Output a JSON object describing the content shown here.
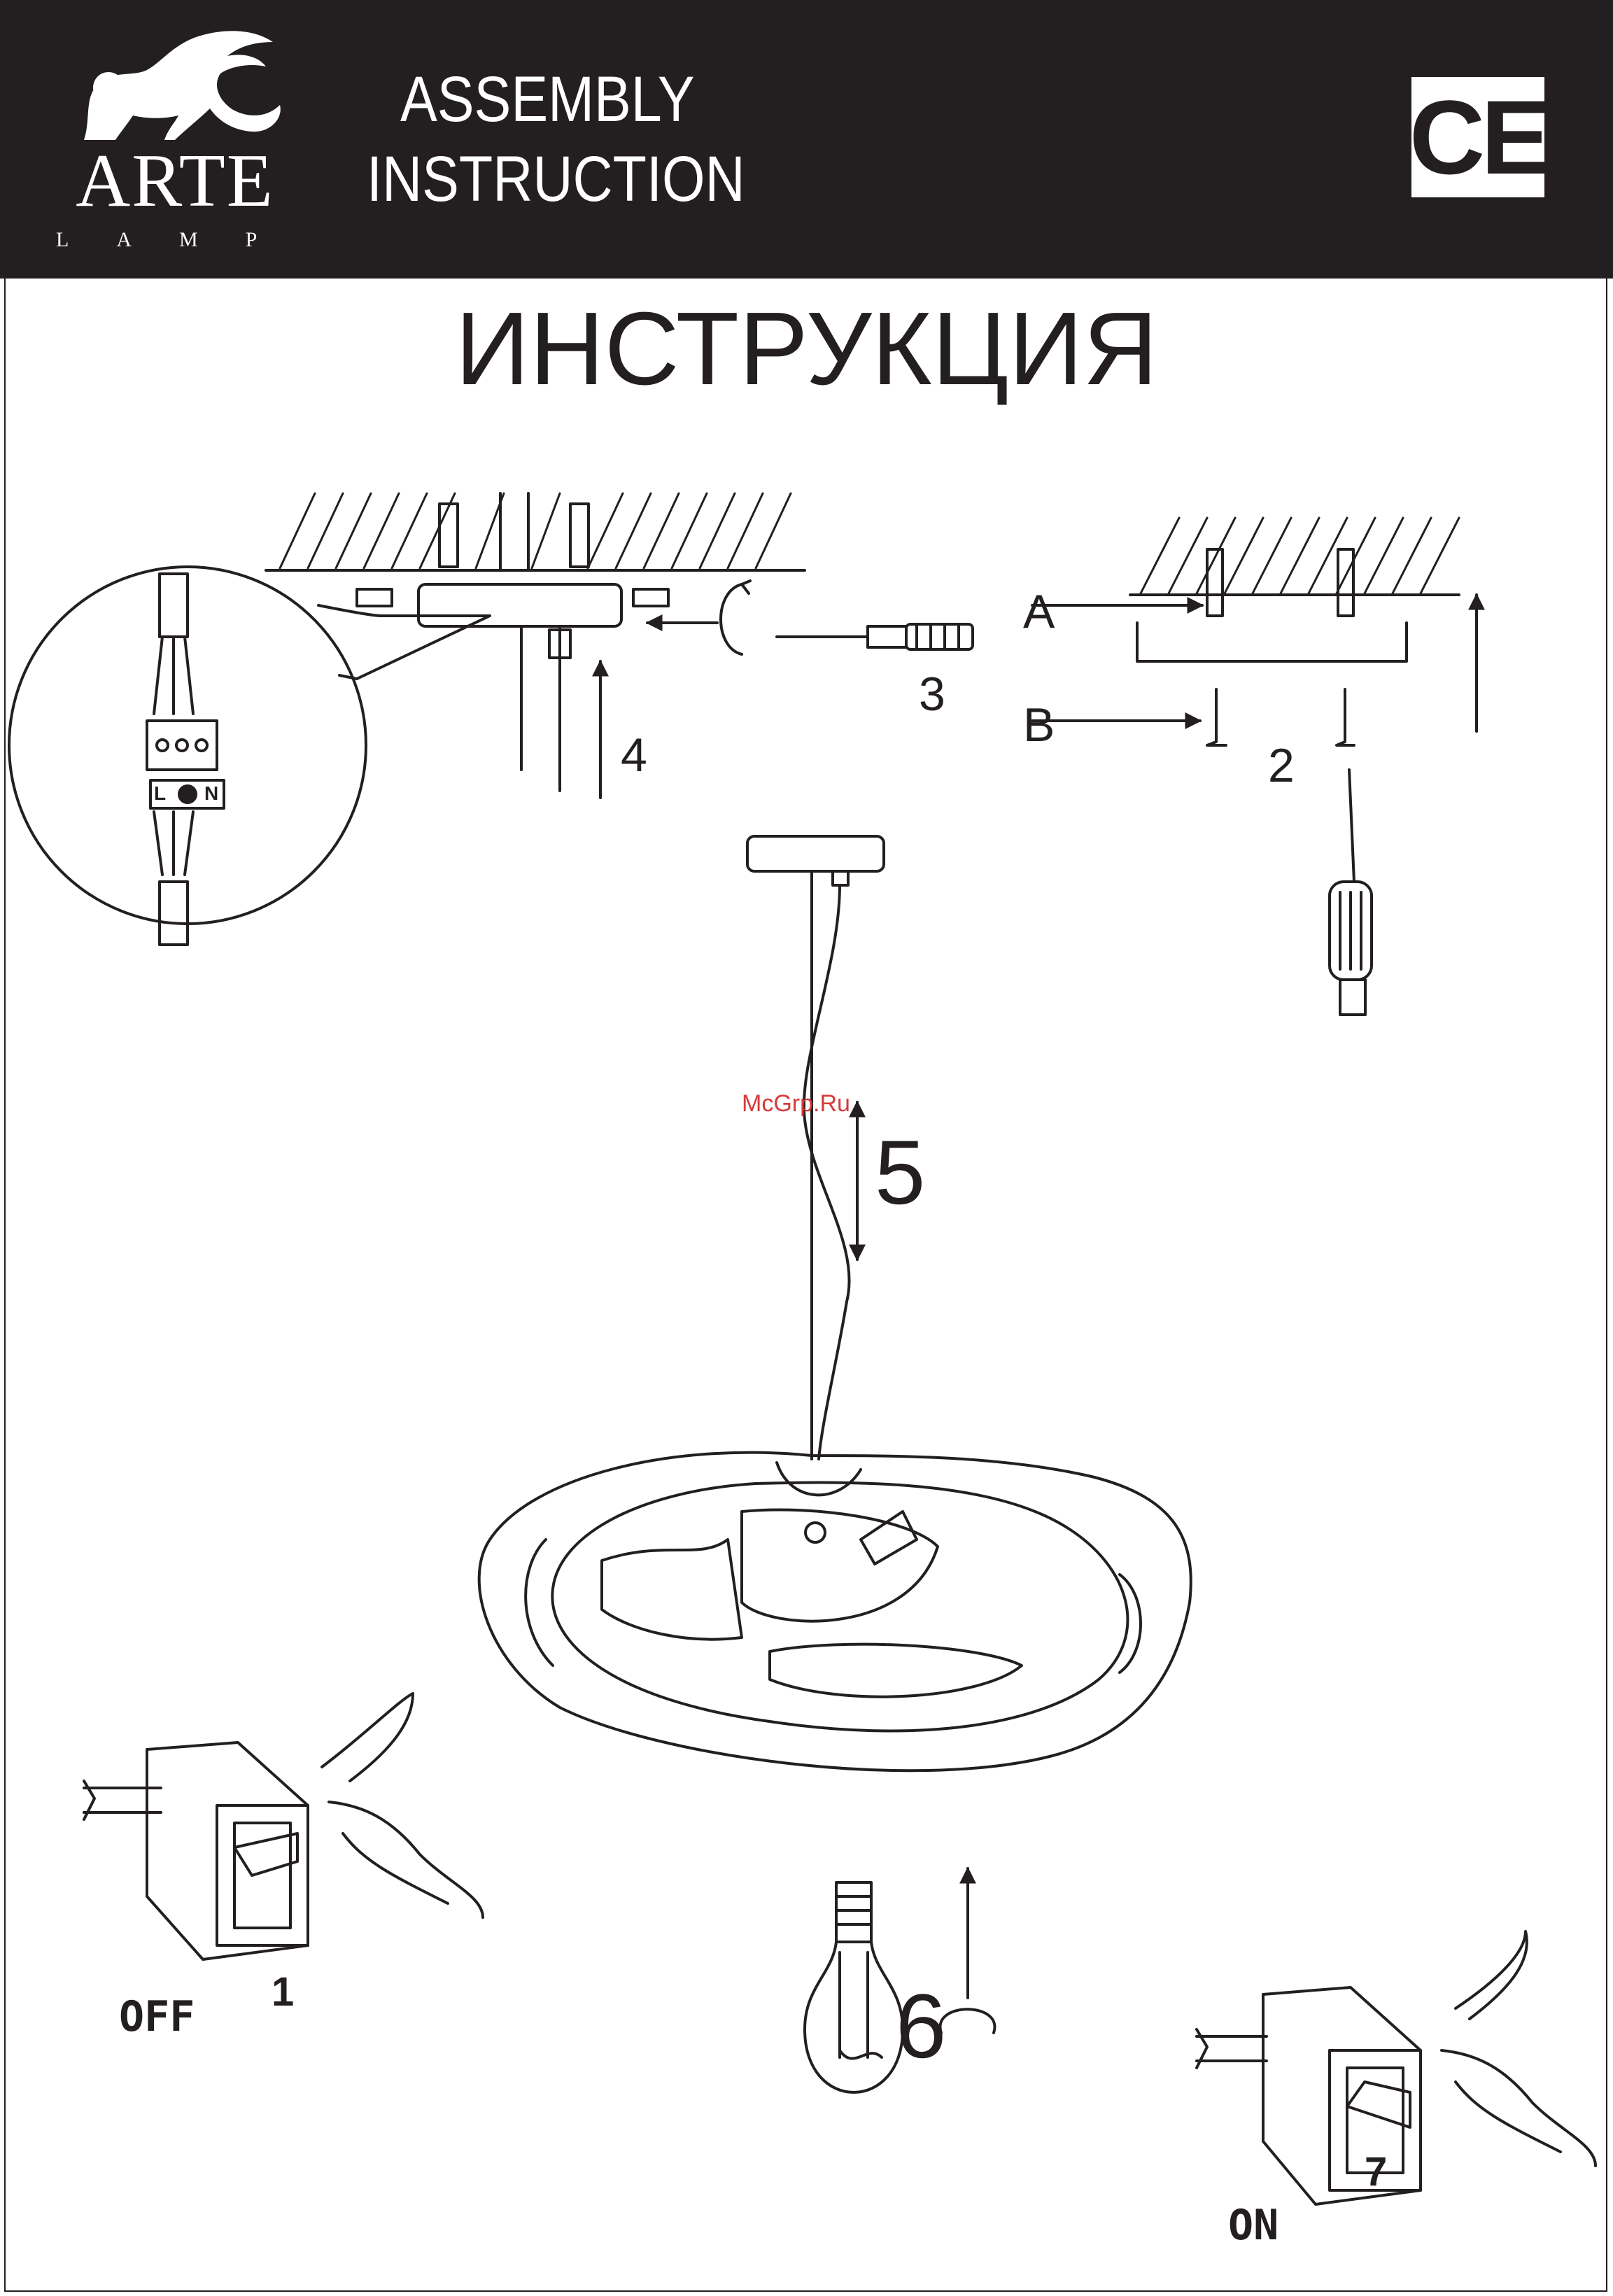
{
  "header": {
    "brand": "ARTE",
    "brand_sub": "LAMP",
    "title_line1": "ASSEMBLY",
    "title_line2": "INSTRUCTION",
    "cert_mark": "CE"
  },
  "title_ru": "ИНСТРУКЦИЯ",
  "watermark": "McGrp.Ru",
  "steps": {
    "s1": "1",
    "s2": "2",
    "s3": "3",
    "s4": "4",
    "s5": "5",
    "s6": "6",
    "s7": "7"
  },
  "switch_labels": {
    "off": "OFF",
    "on": "ON"
  },
  "part_labels": {
    "a": "A",
    "b": "B"
  },
  "terminal_labels": {
    "l": "L",
    "n": "N"
  },
  "colors": {
    "header_bg": "#231f20",
    "line": "#231f20",
    "watermark": "#d63a3a"
  }
}
